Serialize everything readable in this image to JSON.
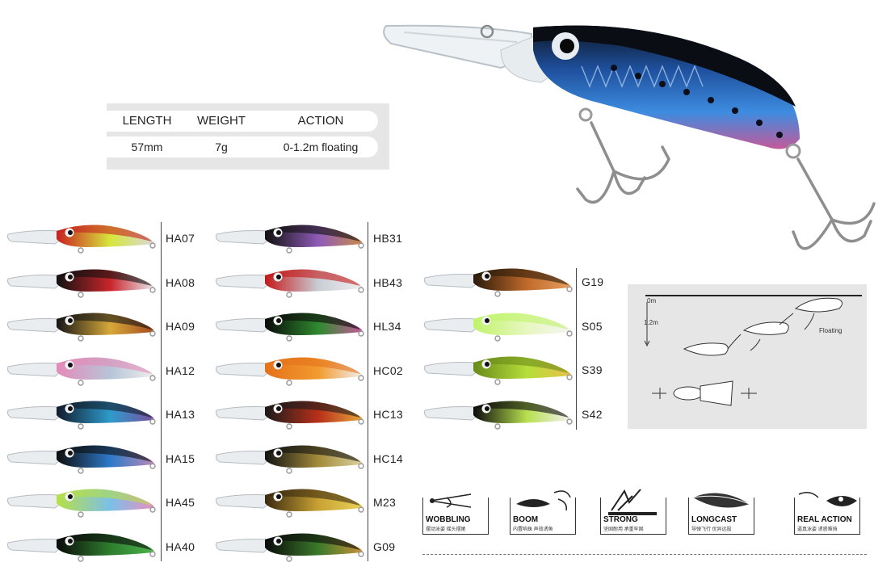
{
  "spec_table": {
    "headers": [
      "LENGTH",
      "WEIGHT",
      "ACTION"
    ],
    "values": [
      "57mm",
      "7g",
      "0-1.2m floating"
    ]
  },
  "lure_columns": [
    {
      "items": [
        {
          "code": "HA07",
          "colors": [
            "#c81f1f",
            "#d6e63b",
            "#d9d9d9"
          ]
        },
        {
          "code": "HA08",
          "colors": [
            "#111111",
            "#c8252a",
            "#e9e9ee"
          ]
        },
        {
          "code": "HA09",
          "colors": [
            "#161616",
            "#d7a83a",
            "#a24b1e"
          ]
        },
        {
          "code": "HA12",
          "colors": [
            "#e48ab8",
            "#b7c4d8",
            "#eeeeee"
          ]
        },
        {
          "code": "HA13",
          "colors": [
            "#121c2c",
            "#2d9bcc",
            "#7a4fa0"
          ]
        },
        {
          "code": "HA15",
          "colors": [
            "#0e0e0e",
            "#2d79c8",
            "#b88ab8"
          ]
        },
        {
          "code": "HA45",
          "colors": [
            "#b7e046",
            "#7bc0e8",
            "#e98ec0"
          ]
        },
        {
          "code": "HA40",
          "colors": [
            "#0a0a0a",
            "#2e7d2e",
            "#4cb34c"
          ]
        }
      ]
    },
    {
      "items": [
        {
          "code": "HB31",
          "colors": [
            "#111111",
            "#8f5bb8",
            "#c98a4a"
          ]
        },
        {
          "code": "HB43",
          "colors": [
            "#c41818",
            "#c9ced6",
            "#eeeeee"
          ]
        },
        {
          "code": "HL34",
          "colors": [
            "#0a0a0a",
            "#2f8a2f",
            "#c45a9a"
          ]
        },
        {
          "code": "HC02",
          "colors": [
            "#e4711a",
            "#f29b2e",
            "#f0f0f0"
          ]
        },
        {
          "code": "HC13",
          "colors": [
            "#1a1a1a",
            "#b8301a",
            "#e8a53a"
          ]
        },
        {
          "code": "HC14",
          "colors": [
            "#121212",
            "#a38b3a",
            "#dcd2a0"
          ]
        },
        {
          "code": "M23",
          "colors": [
            "#3a2a10",
            "#c9a233",
            "#e8d25a"
          ]
        },
        {
          "code": "G09",
          "colors": [
            "#0a0a0a",
            "#3a7a2a",
            "#c9923a"
          ]
        }
      ]
    },
    {
      "items": [
        {
          "code": "G19",
          "colors": [
            "#2a1a0a",
            "#c06a2a",
            "#e8a060"
          ]
        },
        {
          "code": "S05",
          "colors": [
            "#bff36a",
            "#e8f7c0",
            "#f4f4f4"
          ]
        },
        {
          "code": "S39",
          "colors": [
            "#6a8a1a",
            "#b6de3a",
            "#e8c04a"
          ]
        },
        {
          "code": "S42",
          "colors": [
            "#0a0a0a",
            "#b8e050",
            "#f0f0f0"
          ]
        }
      ]
    }
  ],
  "diagram": {
    "depth_top": "0m",
    "depth_bottom": "1.2m",
    "label": "Floating"
  },
  "features": [
    {
      "label": "WOBBLING",
      "sub": "摆动泳姿  摇头摆尾",
      "icon": "wobble-icon"
    },
    {
      "label": "BOOM",
      "sub": "内置响珠  声效诱鱼",
      "icon": "rattle-icon"
    },
    {
      "label": "STRONG",
      "sub": "坚固耐用  承重牢固",
      "icon": "strong-icon"
    },
    {
      "label": "LONGCAST",
      "sub": "导弹飞行  优异远投",
      "icon": "longcast-icon"
    },
    {
      "label": "REAL ACTION",
      "sub": "逼真泳姿  诱惑难挡",
      "icon": "real-action-icon"
    }
  ],
  "hero_colors": [
    "#0e1a2c",
    "#2e6ac8",
    "#c45a9a"
  ]
}
